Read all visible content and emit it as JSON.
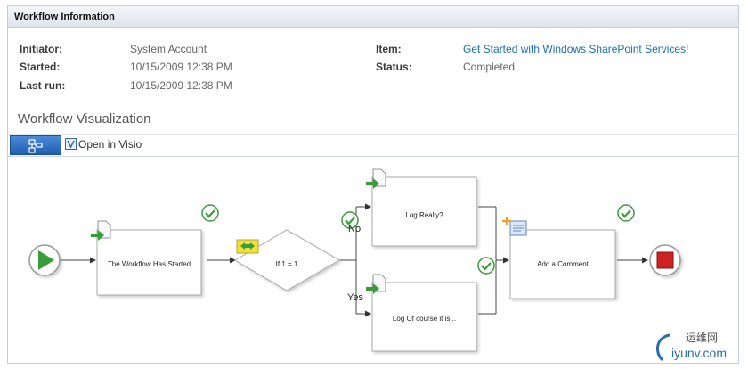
{
  "header": {
    "title": "Workflow Information"
  },
  "info": {
    "initiator_label": "Initiator:",
    "initiator_value": "System Account",
    "started_label": "Started:",
    "started_value": "10/15/2009 12:38 PM",
    "last_run_label": "Last run:",
    "last_run_value": "10/15/2009 12:38 PM",
    "item_label": "Item:",
    "item_value": "Get Started with Windows SharePoint Services!",
    "status_label": "Status:",
    "status_value": "Completed"
  },
  "visualization": {
    "title": "Workflow Visualization",
    "open_in_visio": "Open in Visio"
  },
  "diagram": {
    "start_label": "The Workflow Has Started",
    "condition_label": "If 1 = 1",
    "no_branch_label": "No",
    "yes_branch_label": "Yes",
    "log_really_label": "Log Really?",
    "log_of_course_label": "Log Of course it is...",
    "add_comment_label": "Add a Comment"
  },
  "watermark": {
    "cn": "运维网",
    "en": "iyunv.com"
  },
  "colors": {
    "accent": "#1f5fb0",
    "link": "#1e6eb8",
    "check": "#3a9b3a",
    "stop": "#cc2222"
  }
}
